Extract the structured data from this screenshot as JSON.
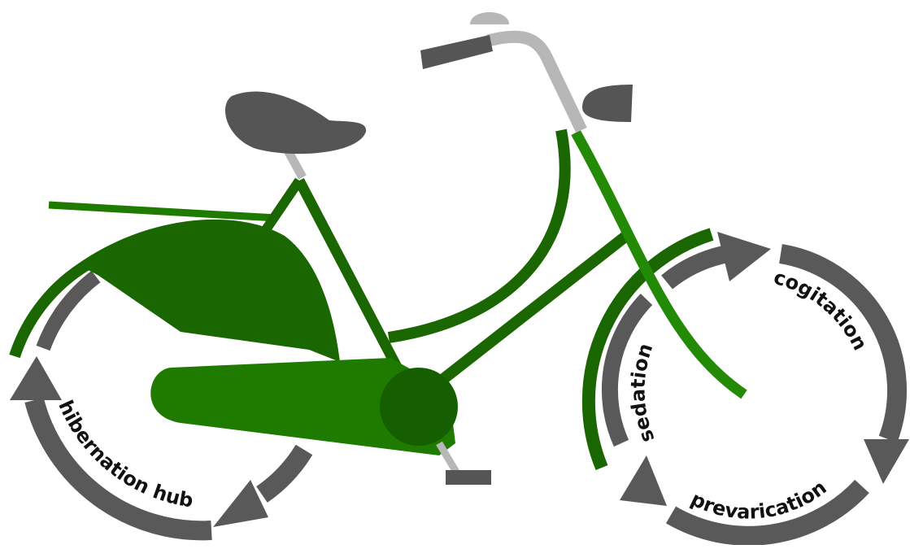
{
  "colors": {
    "frame_dark": "#1a6600",
    "frame_mid": "#1f7a00",
    "frame_light": "#238a05",
    "hub": "#155f00",
    "metal": "#b7b7b7",
    "parts": "#555555",
    "arrow": "#595959",
    "text": "#111111"
  },
  "labels": {
    "rear_cycle": "hibernation hub",
    "front_top": "cogitation",
    "front_bottom": "prevarication",
    "front_left": "sedation"
  },
  "icons": [
    "bicycle-illustration",
    "cycle-arrow"
  ]
}
